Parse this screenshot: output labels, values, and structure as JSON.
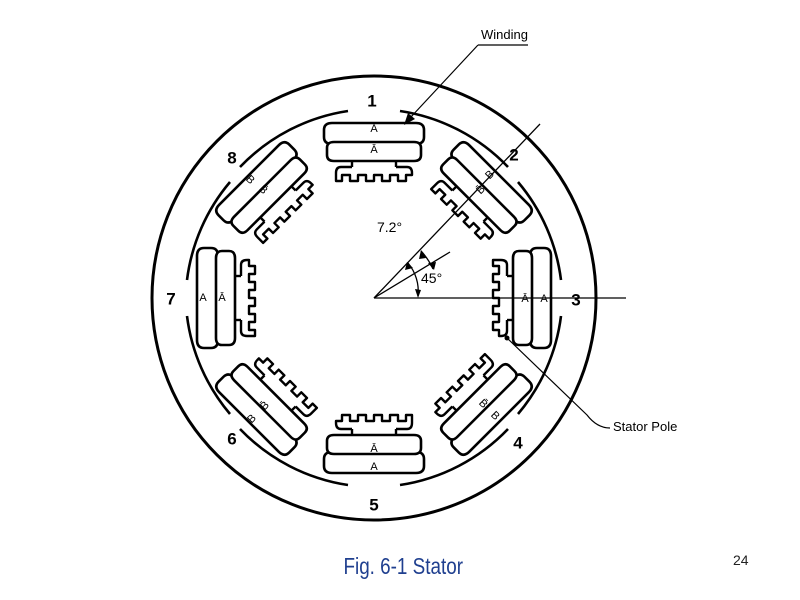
{
  "diagram": {
    "winding_label": "Winding",
    "stator_pole_label": "Stator Pole",
    "angle_small": "7.2°",
    "angle_large": "45°",
    "poles": [
      {
        "number": "1",
        "outer": "A",
        "inner": "Ā"
      },
      {
        "number": "2",
        "outer": "B",
        "inner": "B̄"
      },
      {
        "number": "3",
        "outer": "A",
        "inner": "Ā"
      },
      {
        "number": "4",
        "outer": "B",
        "inner": "B̄"
      },
      {
        "number": "5",
        "outer": "A",
        "inner": "Ā"
      },
      {
        "number": "6",
        "outer": "B",
        "inner": "B̄"
      },
      {
        "number": "7",
        "outer": "A",
        "inner": "Ā"
      },
      {
        "number": "8",
        "outer": "B",
        "inner": "B̄"
      }
    ]
  },
  "caption": "Fig. 6-1 Stator",
  "slide_number": "24",
  "colors": {
    "caption": "#1f3f8f",
    "line": "#000000"
  }
}
